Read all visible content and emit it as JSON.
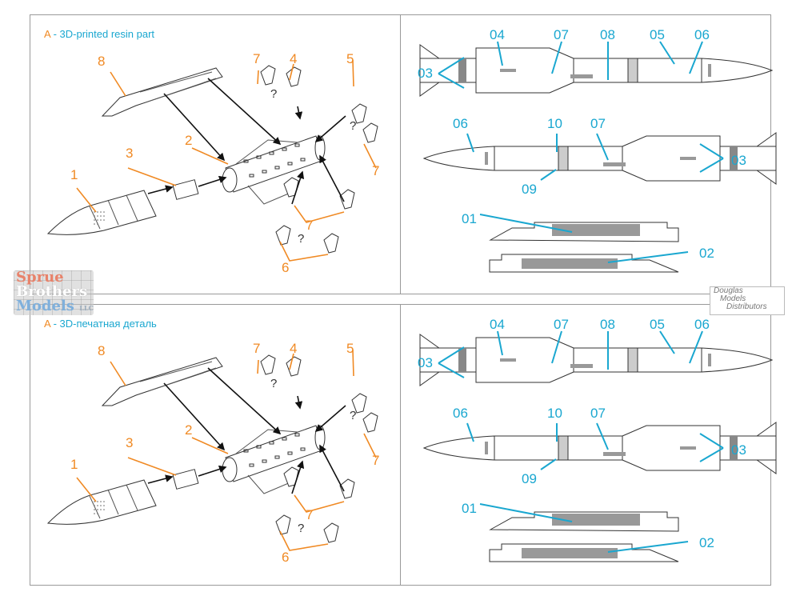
{
  "sheets": [
    {
      "title_letter": "A",
      "title_text": " - 3D-printed resin part",
      "assembly_labels": {
        "l1": "1",
        "l2": "2",
        "l3": "3",
        "l4": "4",
        "l5": "5",
        "l6": "6",
        "l7a": "7",
        "l7b": "7",
        "l7c": "7",
        "l8": "8"
      },
      "question_marks": [
        "?",
        "?",
        "?"
      ],
      "decal_labels": {
        "d03a": "03",
        "d04": "04",
        "d07a": "07",
        "d08": "08",
        "d05": "05",
        "d06a": "06",
        "d06b": "06",
        "d10": "10",
        "d07b": "07",
        "d09": "09",
        "d03b": "03",
        "d01": "01",
        "d02": "02"
      }
    },
    {
      "title_letter": "A",
      "title_text": " - 3D-печатная деталь",
      "assembly_labels": {
        "l1": "1",
        "l2": "2",
        "l3": "3",
        "l4": "4",
        "l5": "5",
        "l6": "6",
        "l7a": "7",
        "l7b": "7",
        "l7c": "7",
        "l8": "8"
      },
      "question_marks": [
        "?",
        "?",
        "?"
      ],
      "decal_labels": {
        "d03a": "03",
        "d04": "04",
        "d07a": "07",
        "d08": "08",
        "d05": "05",
        "d06a": "06",
        "d06b": "06",
        "d10": "10",
        "d07b": "07",
        "d09": "09",
        "d03b": "03",
        "d01": "01",
        "d02": "02"
      }
    }
  ],
  "watermarks": {
    "sprue_brothers": {
      "line1": "Sprue",
      "line2": "Brothers",
      "line3": "Models",
      "suffix": "LLC"
    },
    "douglas": {
      "line1": "Douglas",
      "line2": "Models",
      "line3": "Distributors"
    }
  },
  "colors": {
    "part_label": "#f08a24",
    "decal_label": "#1aa7d0",
    "border": "#9a9a9a"
  }
}
